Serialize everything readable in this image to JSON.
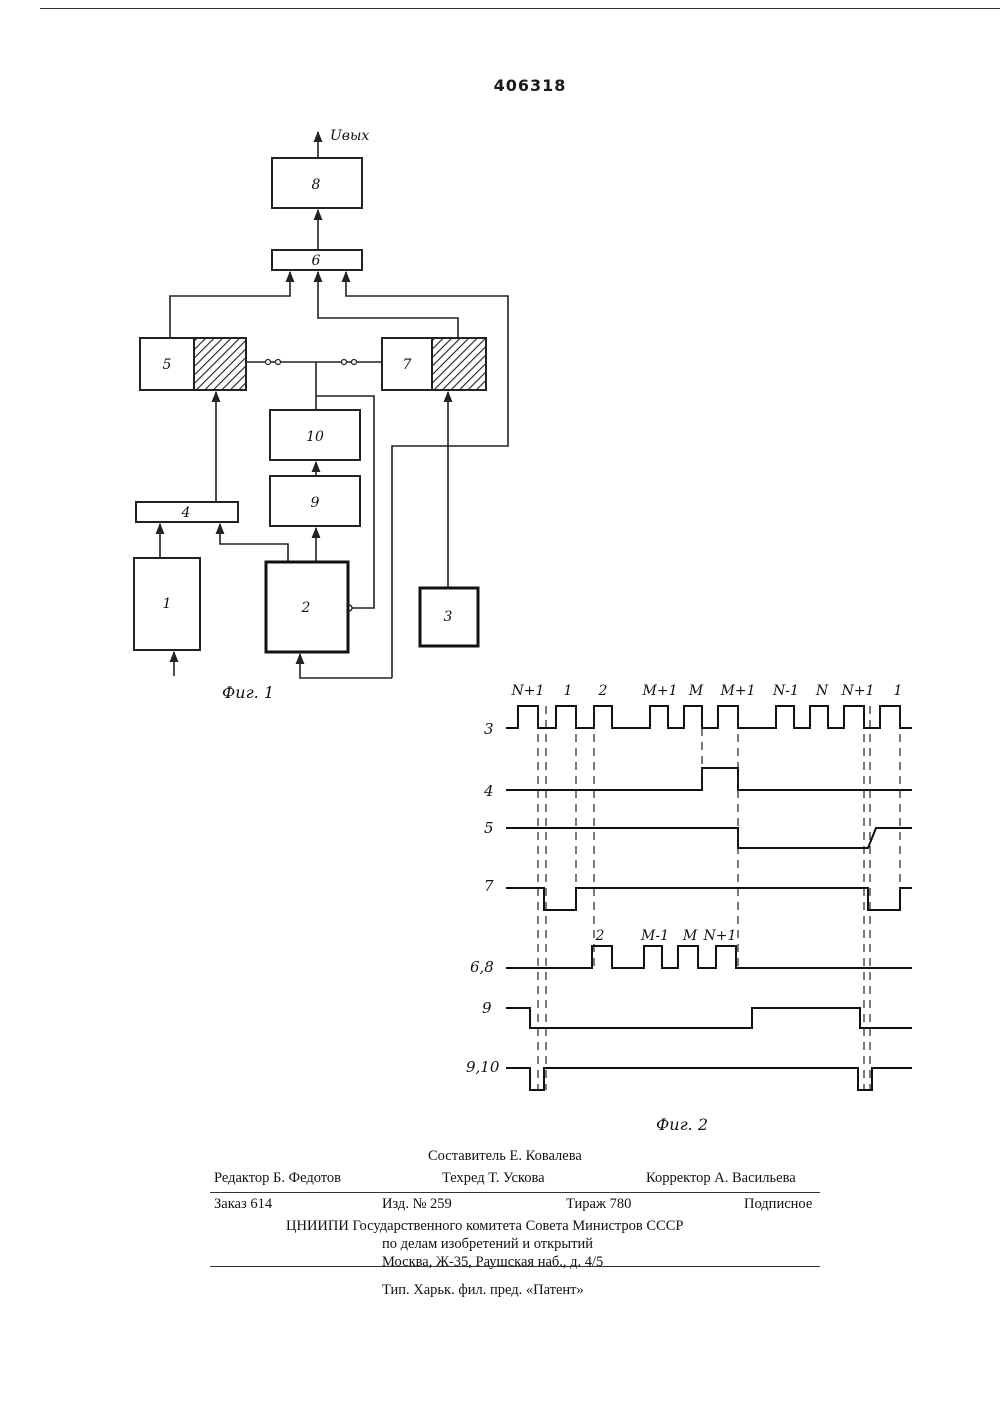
{
  "patent_number": "406318",
  "fig1": {
    "caption": "Фиг. 1",
    "output_label": "Uвых",
    "blocks": [
      "1",
      "2",
      "3",
      "4",
      "5",
      "6",
      "7",
      "8",
      "9",
      "10"
    ]
  },
  "fig2": {
    "caption": "Фиг. 2",
    "pulse_labels": [
      "N+1",
      "1",
      "2",
      "M+1",
      "M",
      "M+1",
      "N-1",
      "N",
      "N+1",
      "1"
    ],
    "row_labels": [
      "3",
      "4",
      "5",
      "7",
      "6,8",
      "9",
      "9,10"
    ],
    "row68_labels": [
      "2",
      "M-1",
      "M",
      "N+1"
    ]
  },
  "imprint": {
    "compiler": "Составитель Е. Ковалева",
    "editor": "Редактор Б. Федотов",
    "tech_editor": "Техред Т. Ускова",
    "corrector": "Корректор А. Васильева",
    "order": "Заказ 614",
    "issue": "Изд. № 259",
    "circulation": "Тираж 780",
    "subscription": "Подписное",
    "org_line1": "ЦНИИПИ Государственного комитета Совета Министров СССР",
    "org_line2": "по делам изобретений и открытий",
    "address": "Москва, Ж-35, Раушская наб., д. 4/5",
    "printer": "Тип. Харьк. фил. пред. «Патент»"
  }
}
